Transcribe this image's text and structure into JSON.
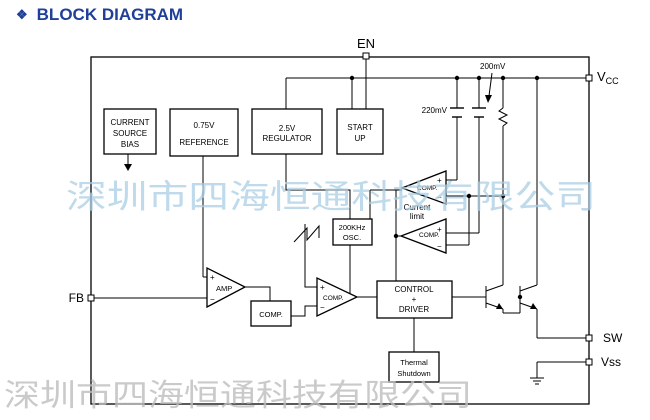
{
  "title_bullet": "❖",
  "title": "BLOCK DIAGRAM",
  "pins": {
    "en": "EN",
    "vcc_main": "V",
    "vcc_sub": "CC",
    "fb": "FB",
    "sw": "SW",
    "vss": "Vss"
  },
  "blocks": {
    "current_source_bias": [
      "CURRENT",
      "SOURCE",
      "BIAS"
    ],
    "reference": [
      "0.75V",
      "REFERENCE"
    ],
    "regulator": [
      "2.5V",
      "REGULATOR"
    ],
    "startup": [
      "START",
      "UP"
    ],
    "oscillator": [
      "200KHz",
      "OSC."
    ],
    "control_driver": [
      "CONTROL",
      "+",
      "DRIVER"
    ],
    "thermal_shutdown": [
      "Thermal",
      "Shutdown"
    ],
    "comp_box": "COMP."
  },
  "amplifiers": {
    "amp": "AMP",
    "comp_main": "COMP.",
    "comp_upper": "COMP.",
    "comp_lower": "COMP.",
    "plus": "+",
    "minus": "−"
  },
  "annotations": {
    "mv_200": "200mV",
    "mv_220": "220mV",
    "current_limit": [
      "Current",
      "limit"
    ]
  },
  "watermark": "深圳市四海恒通科技有限公司"
}
